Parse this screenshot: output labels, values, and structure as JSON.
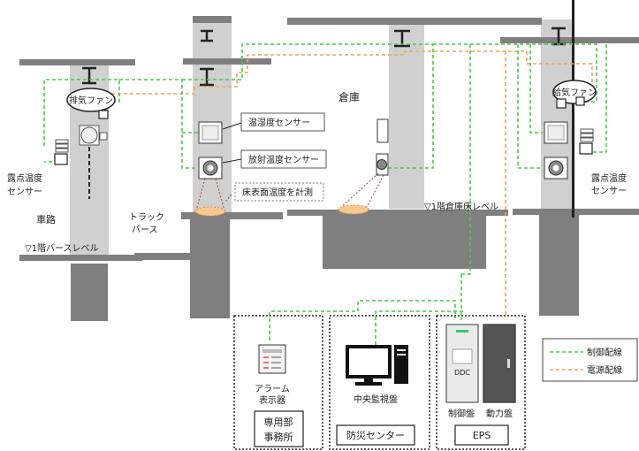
{
  "labels": {
    "exhaust_fan": "排気ファン",
    "supply_fan": "給気ファン",
    "dew_sensor_left": [
      "露点温度",
      "センサー"
    ],
    "dew_sensor_right": [
      "露点温度",
      "センサー"
    ],
    "road": "車路",
    "truck_berth": [
      "トラック",
      "バース"
    ],
    "berth_level": "▽1階バースレベル",
    "warehouse": "倉庫",
    "warehouse_floor_level": "▽1階倉庫床レベル",
    "temp_humidity_sensor": "温湿度センサー",
    "radiation_sensor": "放射温度センサー",
    "floor_surface_temp": "床表面温度を計測",
    "alarm_display": [
      "アラーム",
      "表示器"
    ],
    "dedicated_office": [
      "専用部",
      "事務所"
    ],
    "central_monitor": "中央監視盤",
    "disaster_center": "防災センター",
    "control_panel": "制御盤",
    "ddc": "DDC",
    "power_panel": "動力盤",
    "eps": "EPS"
  },
  "legend": {
    "control_wiring": "制御配線",
    "power_wiring": "電源配線"
  },
  "colors": {
    "control": "#44cc44",
    "power": "#f2a25c",
    "structure": "#7f7f7f",
    "column": "#d0d0d0"
  }
}
